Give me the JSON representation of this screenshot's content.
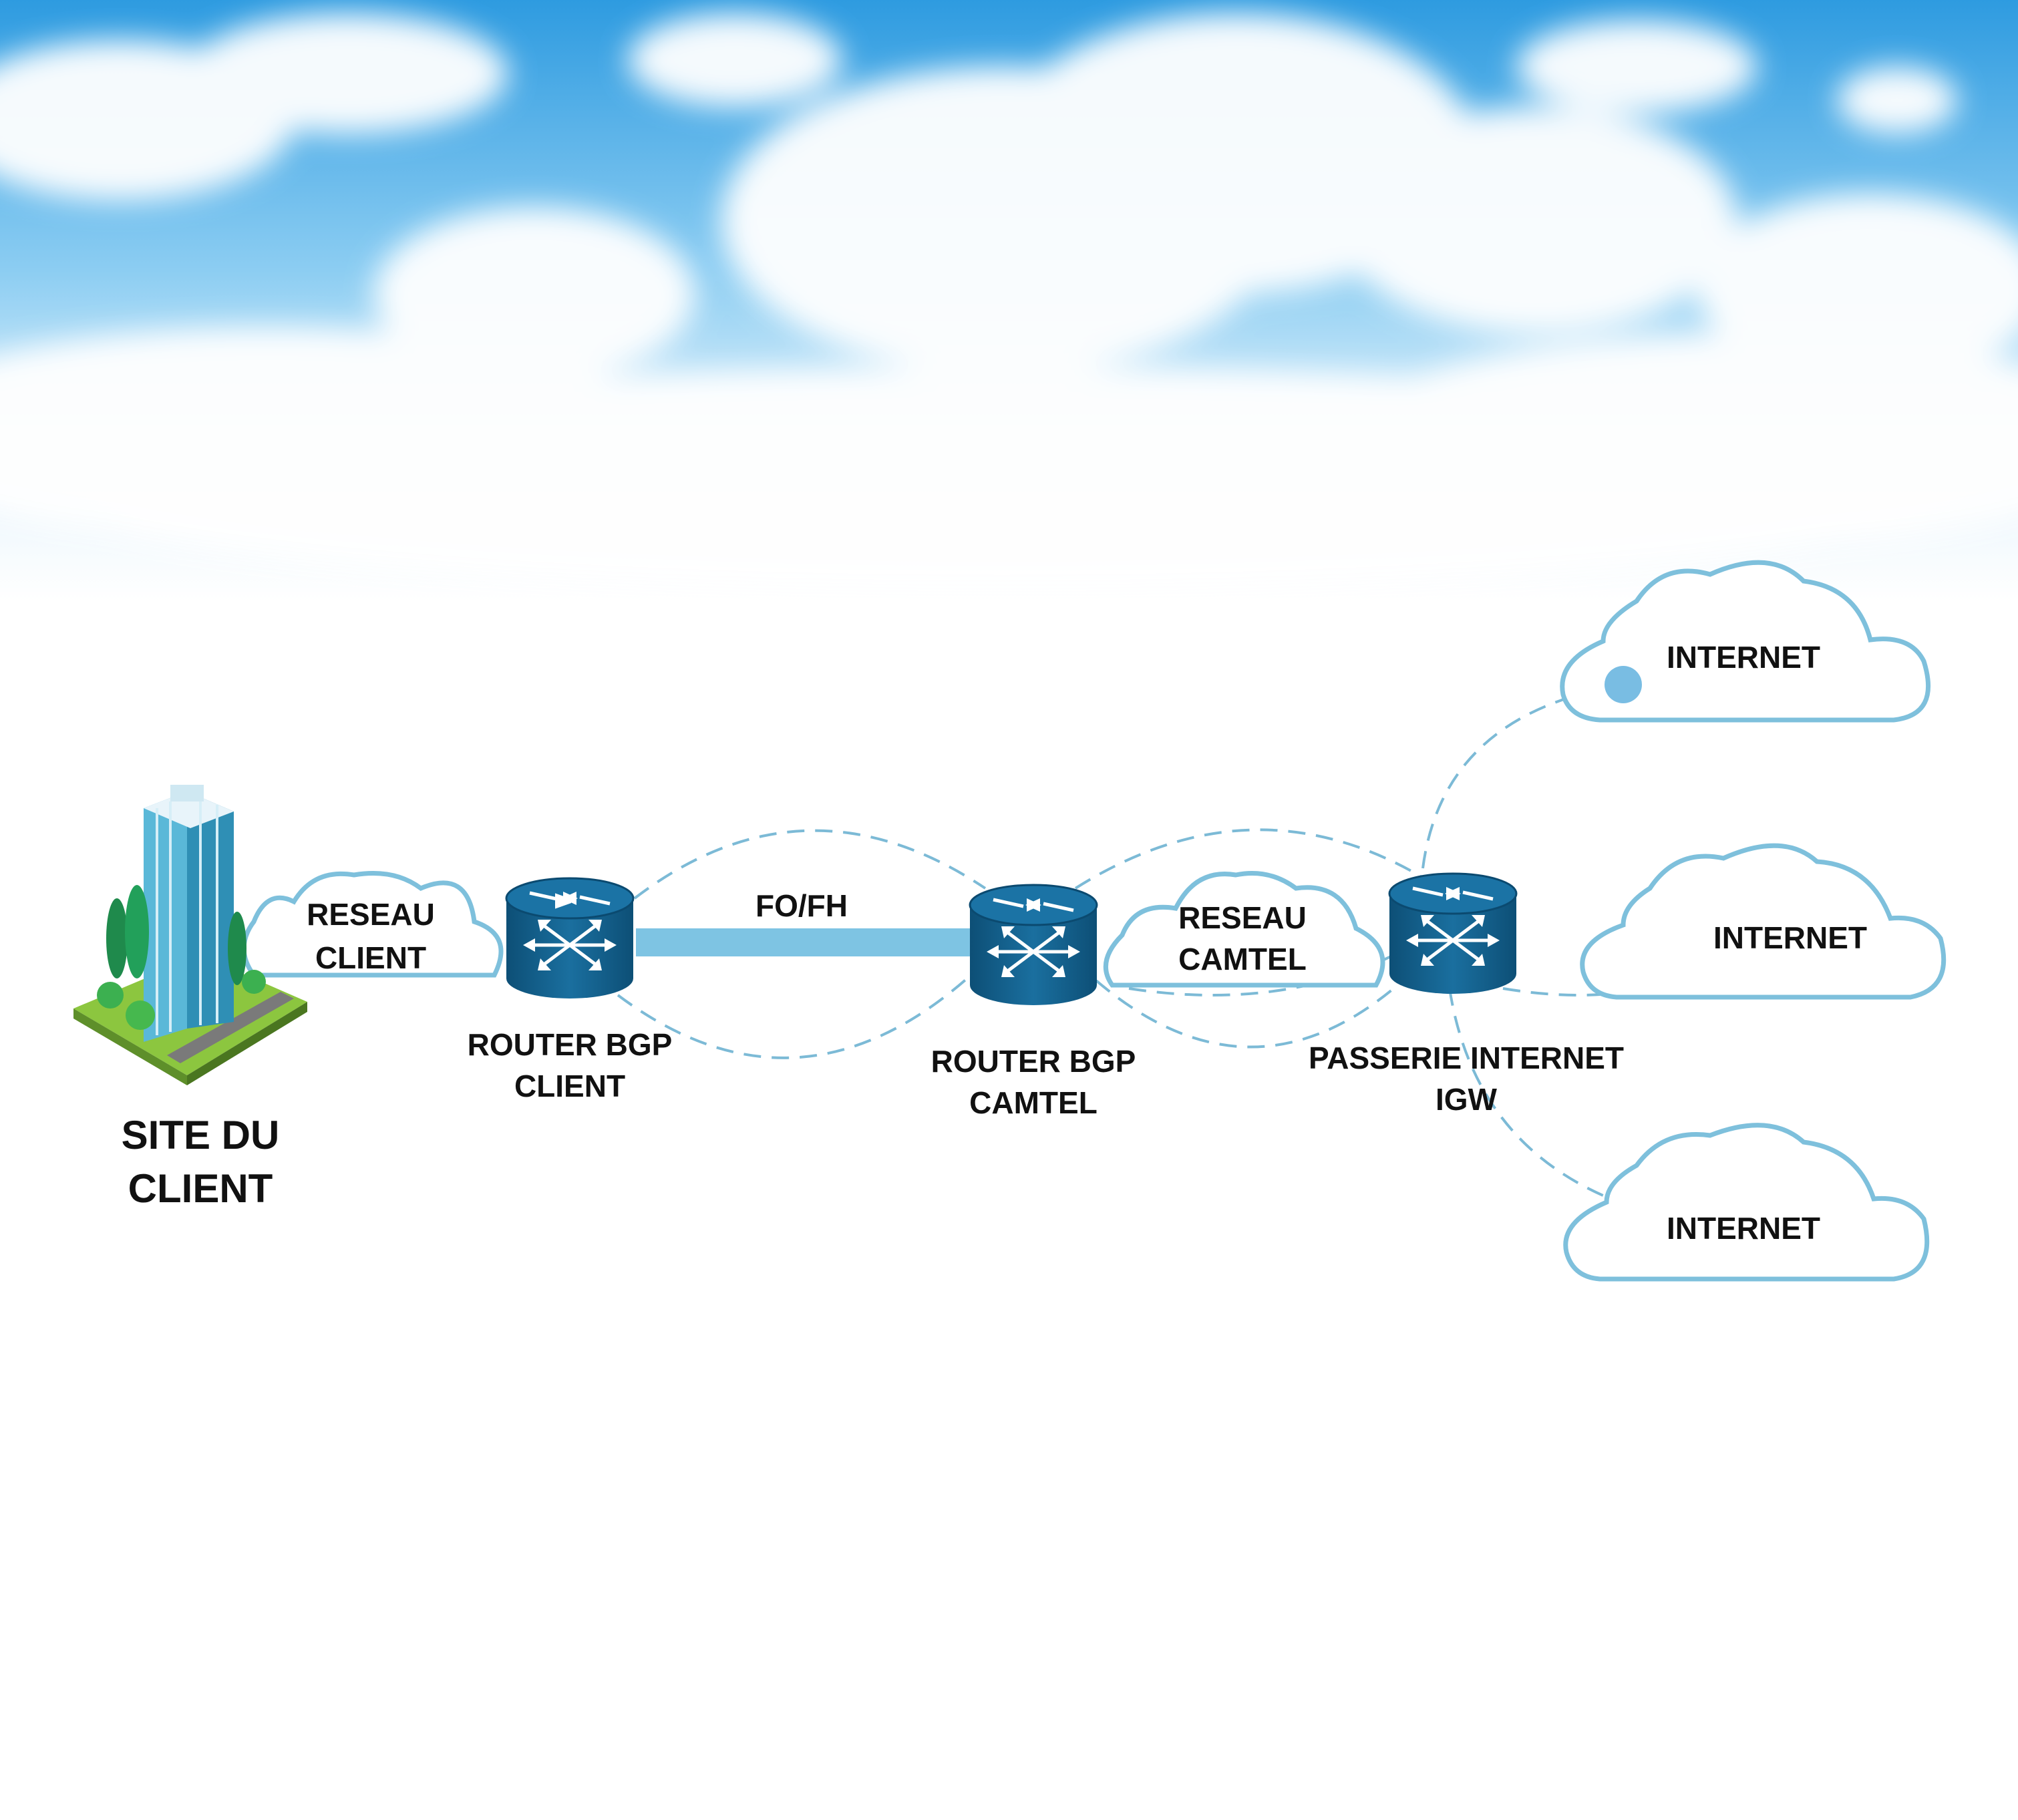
{
  "diagram": {
    "site": {
      "label_line1": "SITE DU",
      "label_line2": "CLIENT"
    },
    "client_network": {
      "label_line1": "RESEAU",
      "label_line2": "CLIENT"
    },
    "link": {
      "label": "FO/FH"
    },
    "router_client": {
      "label_line1": "ROUTER BGP",
      "label_line2": "CLIENT"
    },
    "router_camtel": {
      "label_line1": "ROUTER BGP",
      "label_line2": "CAMTEL"
    },
    "camtel_network": {
      "label_line1": "RESEAU",
      "label_line2": "CAMTEL"
    },
    "gateway": {
      "label_line1": "PASSERIE INTERNET",
      "label_line2": "IGW"
    },
    "internet_clouds": [
      {
        "label": "INTERNET"
      },
      {
        "label": "INTERNET"
      },
      {
        "label": "INTERNET"
      }
    ]
  },
  "colors": {
    "router": "#115e8a",
    "link": "#7ec4e3",
    "dashed": "#7cbad6",
    "cloud_outline": "#7ec0dc",
    "sky_top": "#2e9be0"
  }
}
